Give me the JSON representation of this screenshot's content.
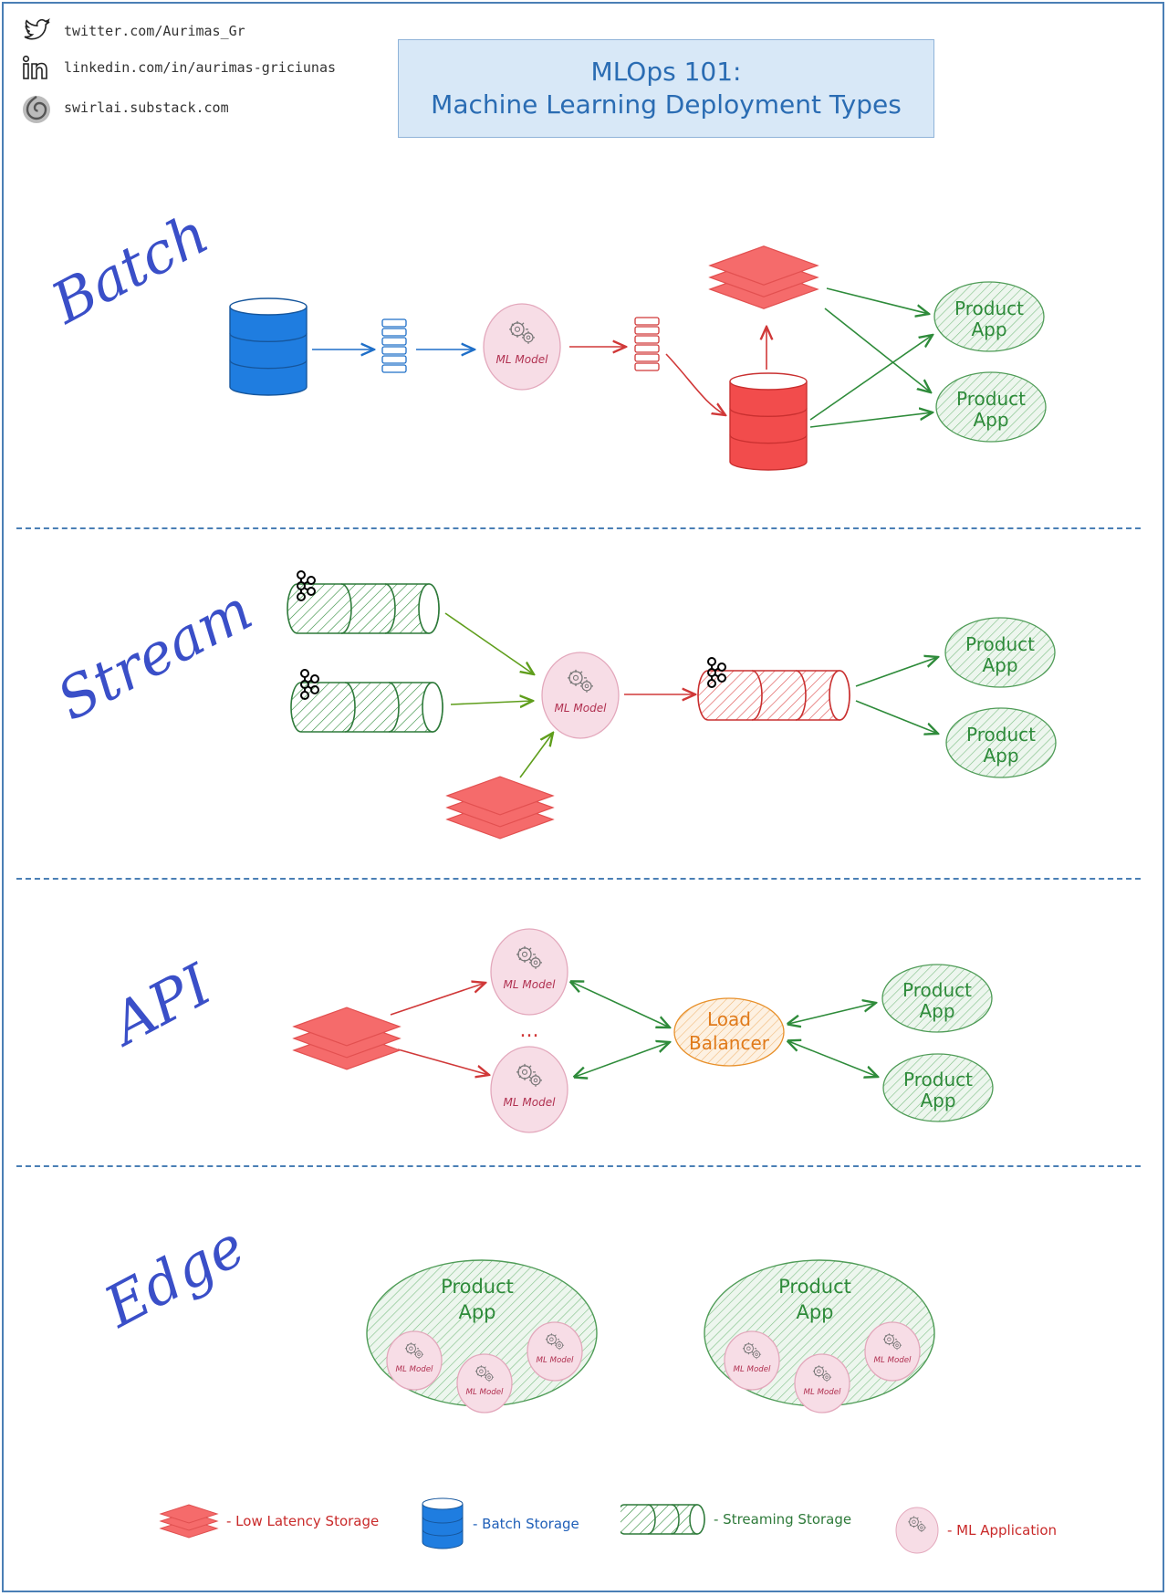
{
  "social": {
    "twitter": "twitter.com/Aurimas_Gr",
    "linkedin": "linkedin.com/in/aurimas-griciunas",
    "substack": "swirlai.substack.com"
  },
  "title": {
    "line1": "MLOps 101:",
    "line2": "Machine Learning Deployment Types"
  },
  "sections": {
    "batch": "Batch",
    "stream": "Stream",
    "api": "API",
    "edge": "Edge"
  },
  "nodes": {
    "ml_model": "ML Model",
    "product_app_line1": "Product",
    "product_app_line2": "App",
    "load_balancer_line1": "Load",
    "load_balancer_line2": "Balancer",
    "ellipsis": "..."
  },
  "legend": {
    "low_latency": "- Low Latency Storage",
    "batch_storage": "- Batch Storage",
    "streaming_storage": "- Streaming Storage",
    "ml_application": "- ML Application"
  },
  "colors": {
    "blue": "#1f7de0",
    "red": "#f25454",
    "green": "#2e8b3a",
    "pink": "#f7dde6",
    "orange": "#e8902a",
    "label_blue": "#3a4fc8"
  }
}
